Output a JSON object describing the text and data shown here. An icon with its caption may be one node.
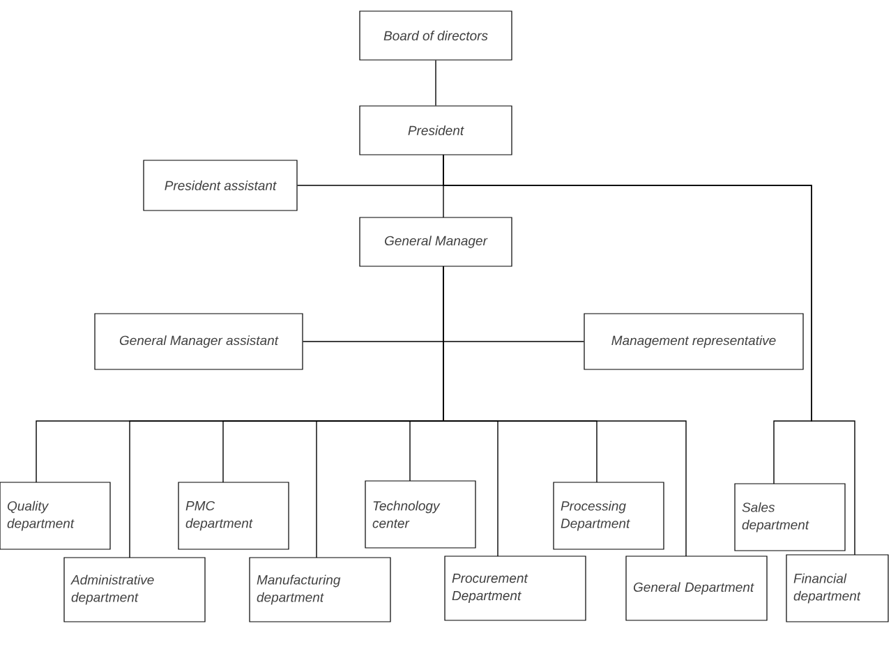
{
  "diagram": {
    "nodes": [
      {
        "text": [
          "Board of directors"
        ]
      },
      {
        "text": [
          "President"
        ]
      },
      {
        "text": [
          "President assistant"
        ]
      },
      {
        "text": [
          "General Manager"
        ]
      },
      {
        "text": [
          "General Manager assistant"
        ]
      },
      {
        "text": [
          "Management representative"
        ]
      },
      {
        "text": [
          "Quality department"
        ]
      },
      {
        "text": [
          "Administrative department"
        ]
      },
      {
        "text": [
          "PMC department"
        ]
      },
      {
        "text": [
          "Manufacturing department"
        ]
      },
      {
        "text": [
          "Technology center"
        ]
      },
      {
        "text": [
          "Procurement Department"
        ]
      },
      {
        "text": [
          "Processing Department"
        ]
      },
      {
        "text": [
          "General Department"
        ]
      },
      {
        "text": [
          "Sales department"
        ]
      },
      {
        "text": [
          "Financial department"
        ]
      }
    ],
    "edges": [
      {
        "from": 0,
        "to": 1,
        "arrow": "none"
      },
      {
        "from": 1,
        "to": 2,
        "arrow": "none"
      },
      {
        "from": 1,
        "to": 3,
        "arrow": "none"
      },
      {
        "from": 1,
        "to": 14,
        "arrow": "none"
      },
      {
        "from": 1,
        "to": 15,
        "arrow": "none"
      },
      {
        "from": 3,
        "to": 4,
        "arrow": "none"
      },
      {
        "from": 3,
        "to": 5,
        "arrow": "none"
      },
      {
        "from": 3,
        "to": 6,
        "arrow": "none"
      },
      {
        "from": 3,
        "to": 7,
        "arrow": "none"
      },
      {
        "from": 3,
        "to": 8,
        "arrow": "none"
      },
      {
        "from": 3,
        "to": 9,
        "arrow": "none"
      },
      {
        "from": 3,
        "to": 10,
        "arrow": "none"
      },
      {
        "from": 3,
        "to": 11,
        "arrow": "none"
      },
      {
        "from": 3,
        "to": 12,
        "arrow": "none"
      },
      {
        "from": 3,
        "to": 13,
        "arrow": "none"
      }
    ]
  }
}
